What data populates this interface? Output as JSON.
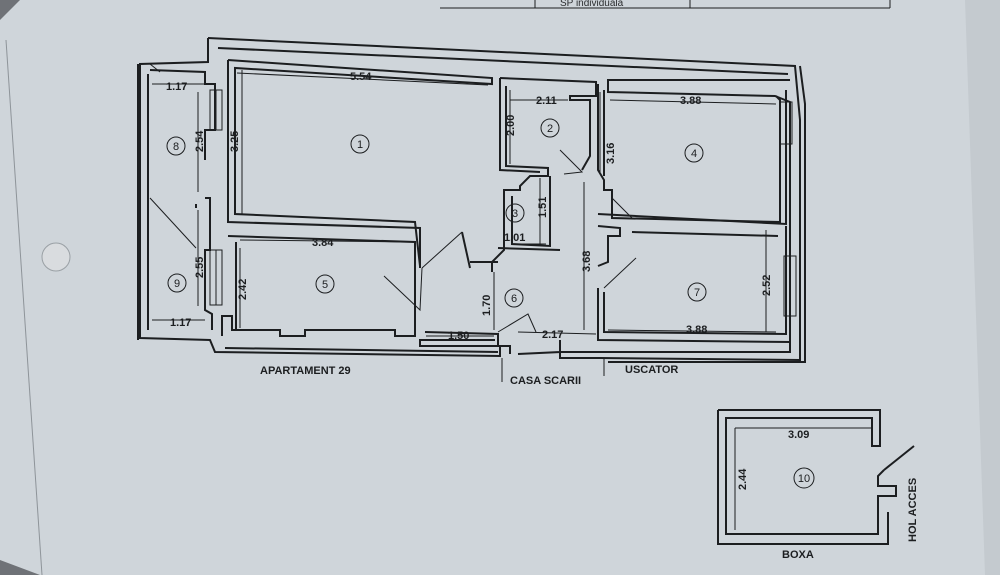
{
  "header": {
    "text": "SP individuala"
  },
  "labels": {
    "apartment": "APARTAMENT 29",
    "stairs": "CASA SCARII",
    "drying_room": "USCATOR",
    "storage": "BOXA",
    "access_hall": "HOL ACCES"
  },
  "rooms": [
    "1",
    "2",
    "3",
    "4",
    "5",
    "6",
    "7",
    "8",
    "9",
    "10"
  ],
  "dimensions": {
    "r1_width": "5.54",
    "r1_height": "3.25",
    "r2_width": "2.11",
    "r2_height": "2.00",
    "r3_width": "1.01",
    "r3_height": "1.51",
    "r4_width": "3.88",
    "r4_height": "3.16",
    "r5_width": "3.84",
    "r5_height": "2.42",
    "r6_width_left": "1.50",
    "r6_width_right": "2.17",
    "r6_height": "1.70",
    "r6_hall_height": "3.68",
    "r7_width": "3.88",
    "r7_height": "2.52",
    "r8_width": "1.17",
    "r8_height": "2.54",
    "r9_width": "1.17",
    "r9_height": "2.55",
    "r10_width": "3.09",
    "r10_height": "2.44"
  },
  "colors": {
    "paper": "#cfd5da",
    "ink": "#1c1e20"
  }
}
